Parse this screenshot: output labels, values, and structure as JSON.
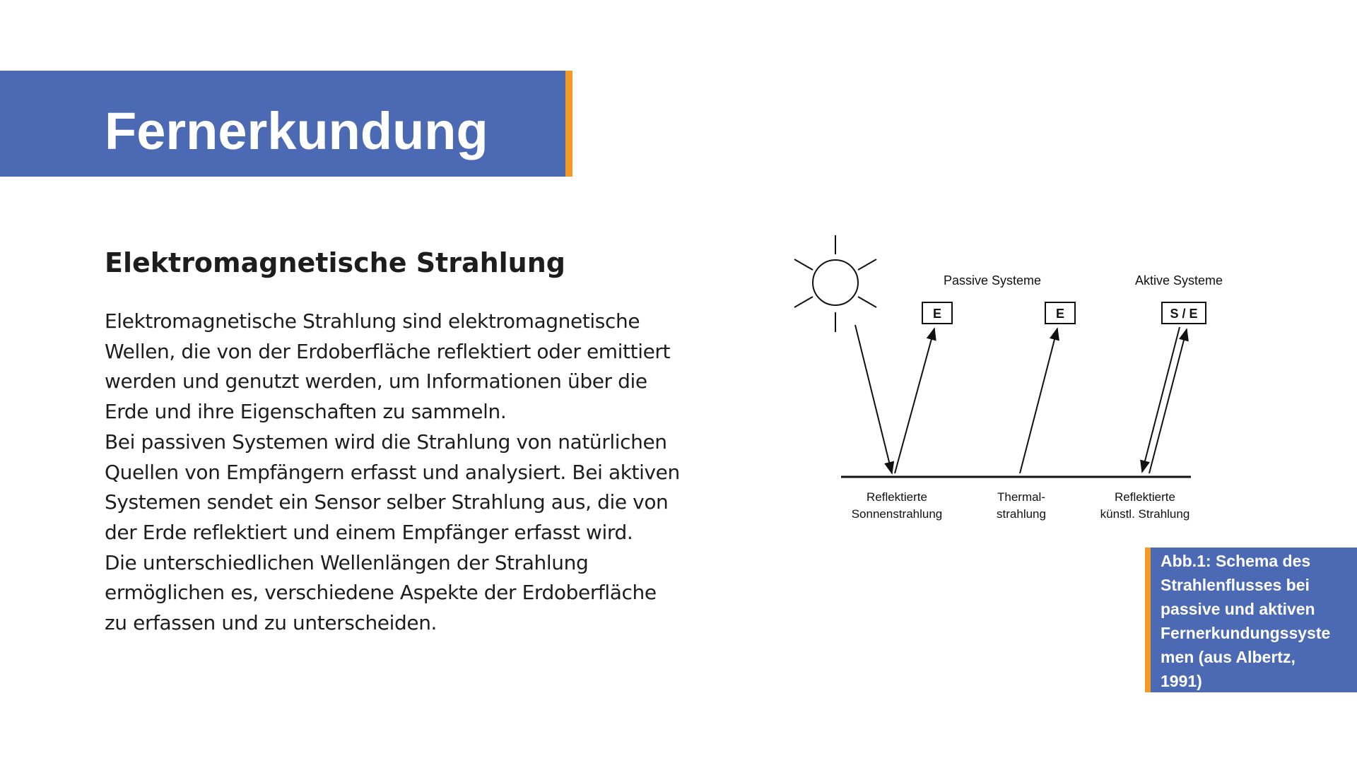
{
  "slide": {
    "title": "Fernerkundung",
    "heading": "Elektromagnetische Strahlung",
    "body_lines": [
      "Elektromagnetische Strahlung sind elektromagnetische",
      "Wellen, die von der Erdoberfläche reflektiert oder emittiert",
      "werden und genutzt werden, um Informationen über die",
      "Erde und ihre Eigenschaften zu sammeln.",
      "Bei passiven Systemen wird die Strahlung von natürlichen",
      "Quellen von Empfängern erfasst und analysiert. Bei aktiven",
      "Systemen sendet ein Sensor selber Strahlung aus, die von",
      "der Erde reflektiert und einem Empfänger erfasst wird.",
      "Die unterschiedlichen Wellenlängen der Strahlung",
      "ermöglichen es, verschiedene Aspekte der Erdoberfläche",
      "zu erfassen und zu unterscheiden."
    ]
  },
  "diagram": {
    "label_passive": "Passive Systeme",
    "label_active": "Aktive Systeme",
    "receiver_1": "E",
    "receiver_2": "E",
    "receiver_3": "S / E",
    "ground_1_line1": "Reflektierte",
    "ground_1_line2": "Sonnenstrahlung",
    "ground_2_line1": "Thermal-",
    "ground_2_line2": "strahlung",
    "ground_3_line1": "Reflektierte",
    "ground_3_line2": "künstl. Strahlung"
  },
  "caption": {
    "lines": [
      "Abb.1: Schema des",
      "Strahlenflusses bei",
      "passive und aktiven",
      "Fernerkundungssyste",
      "men (aus Albertz,",
      "1991)"
    ]
  },
  "colors": {
    "accent_blue": "#4b6ab3",
    "accent_orange": "#f39a26"
  }
}
